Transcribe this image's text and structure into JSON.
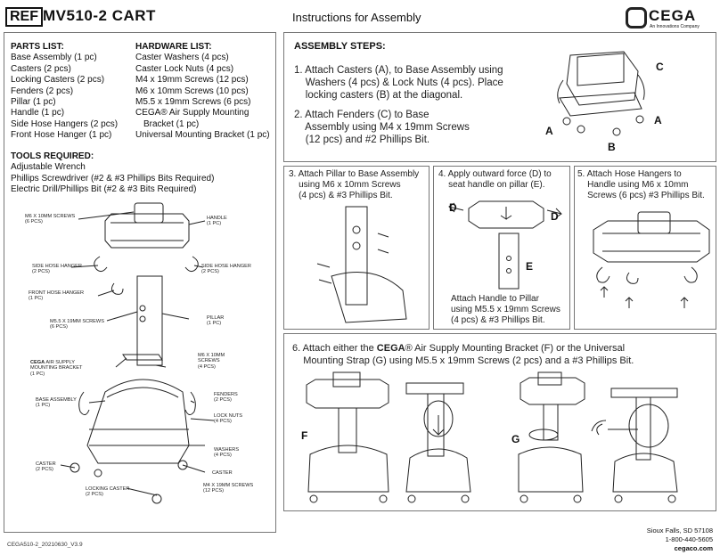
{
  "header": {
    "ref": "REF",
    "title": "MV510-2  CART",
    "instructions": "Instructions for Assembly",
    "brand": "CEGA",
    "brand_tagline": "An Innovations Company"
  },
  "parts_list": {
    "title": "PARTS LIST:",
    "items": [
      "Base Assembly (1 pc)",
      "Casters (2 pcs)",
      "Locking Casters (2 pcs)",
      "Fenders (2 pcs)",
      "Pillar (1 pc)",
      "Handle (1 pc)",
      "Side Hose Hangers (2 pcs)",
      "Front Hose Hanger (1 pc)"
    ]
  },
  "hardware_list": {
    "title": "HARDWARE LIST:",
    "items": [
      "Caster Washers (4 pcs)",
      "Caster Lock Nuts (4 pcs)",
      "M4 x 19mm Screws (12 pcs)",
      "M6 x 10mm Screws (10 pcs)",
      "M5.5 x 19mm Screws (6 pcs)",
      "CEGA® Air Supply Mounting",
      "Bracket (1 pc)",
      "Universal Mounting Bracket (1 pc)"
    ]
  },
  "tools": {
    "title": "TOOLS REQUIRED:",
    "items": [
      "Adjustable Wrench",
      "Phillips Screwdriver (#2 & #3 Phillips Bits Required)",
      "Electric Drill/Phillips Bit (#2 & #3 Bits Required)"
    ]
  },
  "exploded_labels": {
    "m6_screws_top": "M6 x 10MM Screws\n(6 pcs)",
    "handle": "HANDLE\n(1 pc)",
    "side_hose_left": "SIDE HOSE HANGER\n(2 pcs)",
    "side_hose_right": "SIDE HOSE HANGER\n(2 pcs)",
    "front_hose": "FRONT HOSE HANGER\n(1 pc)",
    "m55_screws": "M5.5 x 19MM SCREWS\n(6 pcs)",
    "pillar": "PILLAR\n(1 pc)",
    "air_supply_pre": "CEGA",
    "air_supply": " AIR SUPPLY\nMOUNTING BRACKET\n(1 pc)",
    "m6_screws_mid": "M6 x 10MM\nSCREWS\n(4 pcs)",
    "base_assembly": "BASE ASSEMBLY\n(1 pc)",
    "fenders": "FENDERS\n(2 pcs)",
    "lock_nuts": "LOCK NUTS\n(4 pcs)",
    "washers": "WASHERS\n(4 pcs)",
    "caster_left": "CASTER\n(2 pcs)",
    "caster_right": "CASTER",
    "m4_screws": "M4 x 19MM SCREWS\n(12 pcs)",
    "locking_caster": "LOCKING CASTER\n(2 pcs)"
  },
  "assembly": {
    "title": "ASSEMBLY STEPS:",
    "step1": "1. Attach Casters (A), to Base Assembly using\n    Washers (4 pcs) & Lock Nuts (4 pcs). Place\n    locking casters (B) at the diagonal.",
    "step2": "2. Attach Fenders (C) to Base\n    Assembly using M4 x 19mm Screws\n    (12 pcs) and #2 Phillips Bit.",
    "step3": "3. Attach Pillar to Base Assembly\n    using M6 x 10mm Screws\n    (4 pcs) & #3 Phillips Bit.",
    "step4": "4. Apply outward force (D) to\n    seat handle on pillar (E).",
    "step4b": "Attach Handle to Pillar\nusing M5.5 x 19mm Screws\n(4 pcs) & #3 Phillips Bit.",
    "step5": "5. Attach Hose Hangers to\n    Handle using M6 x 10mm\n    Screws (6 pcs) #3 Phillips Bit.",
    "step6_pre": "6. Attach either the ",
    "step6_brand": "CEGA",
    "step6_post": "® Air Supply Mounting Bracket (F) or the Universal\n    Mounting Strap (G) using M5.5 x 19mm Screws (2 pcs) and a #3 Phillips Bit.",
    "letters": {
      "a": "A",
      "b": "B",
      "c": "C",
      "d": "D",
      "e": "E",
      "f": "F",
      "g": "G"
    }
  },
  "footer": {
    "doc_code": "CEGA510-2_20210630_V3.9",
    "city": "Sioux Falls, SD  57108",
    "phone": "1-800-440-5605",
    "website": "cegaco.com"
  }
}
